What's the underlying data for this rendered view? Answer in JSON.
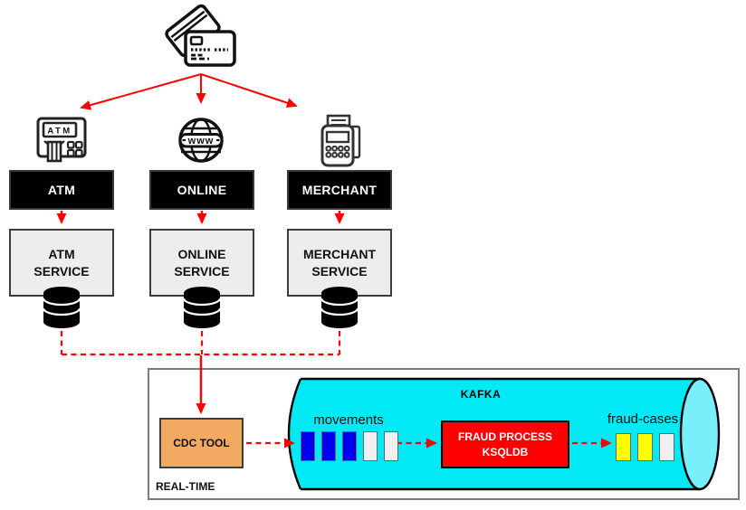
{
  "channels": [
    {
      "id": "atm",
      "box_label": "ATM",
      "service_label": "ATM\nSERVICE"
    },
    {
      "id": "online",
      "box_label": "ONLINE",
      "service_label": "ONLINE\nSERVICE"
    },
    {
      "id": "merchant",
      "box_label": "MERCHANT",
      "service_label": "MERCHANT\nSERVICE"
    }
  ],
  "icons": {
    "atm_screen_text": "ATM",
    "globe_text": "www"
  },
  "realtime": {
    "panel_label": "REAL-TIME",
    "cdc_label": "CDC TOOL",
    "kafka_label": "KAFKA",
    "movements_topic": {
      "label": "movements",
      "bars": [
        "blue",
        "blue",
        "blue",
        "empty",
        "empty"
      ]
    },
    "fraud_process_label": "FRAUD PROCESS\nKSQLDB",
    "fraud_topic": {
      "label": "fraud-cases",
      "bars": [
        "yellow",
        "yellow",
        "empty"
      ]
    }
  },
  "colors": {
    "arrow_red": "#ff0000",
    "kafka_body": "#00e9f4",
    "kafka_end": "#79effb",
    "cdc_fill": "#f2a962",
    "fraud_fill": "#ff0000",
    "service_fill": "#ededed",
    "label_box_fill": "#000000",
    "bar_blue": "#0000ee",
    "bar_yellow": "#ffff00",
    "bar_empty": "#efefef"
  }
}
